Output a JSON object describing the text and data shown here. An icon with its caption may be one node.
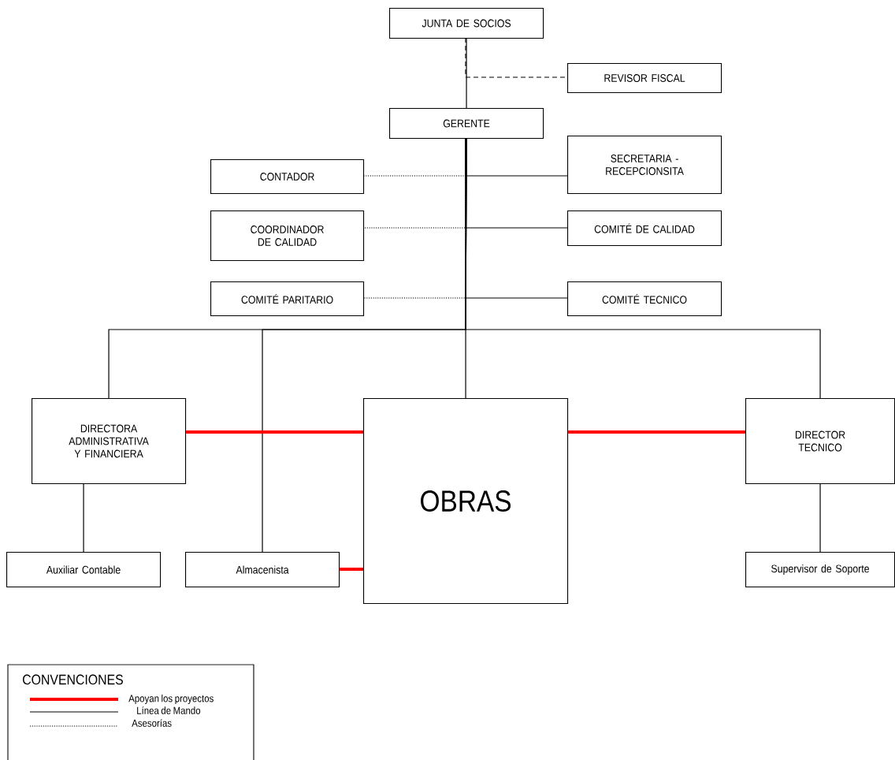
{
  "diagram": {
    "nodes": [
      {
        "text": [
          "JUNTA DE SOCIOS"
        ]
      },
      {
        "text": [
          "REVISOR FISCAL"
        ]
      },
      {
        "text": [
          "GERENTE"
        ]
      },
      {
        "text": [
          "CONTADOR"
        ]
      },
      {
        "text": [
          "SECRETARIA - RECEPCIONSITA"
        ]
      },
      {
        "text": [
          "COORDINADOR DE CALIDAD"
        ]
      },
      {
        "text": [
          "COMITÉ DE CALIDAD"
        ]
      },
      {
        "text": [
          "COMITÉ PARITARIO"
        ]
      },
      {
        "text": [
          "COMITÉ TECNICO"
        ]
      },
      {
        "text": [
          "DIRECTORA ADMINISTRATIVA Y FINANCIERA"
        ]
      },
      {
        "text": [
          "OBRAS"
        ]
      },
      {
        "text": [
          "DIRECTOR TECNICO"
        ]
      },
      {
        "text": [
          "Auxiliar Contable"
        ]
      },
      {
        "text": [
          "Almacenista"
        ]
      },
      {
        "text": [
          "Supervisor de Soporte"
        ]
      }
    ],
    "edges": [
      {
        "from": 0,
        "to": 2,
        "arrow": "none"
      },
      {
        "from": 0,
        "to": 1,
        "arrow": "none",
        "style": "dashed"
      },
      {
        "from": 2,
        "to": 3,
        "arrow": "none",
        "style": "dashed"
      },
      {
        "from": 2,
        "to": 4,
        "arrow": "none"
      },
      {
        "from": 2,
        "to": 5,
        "arrow": "none",
        "style": "dashed"
      },
      {
        "from": 2,
        "to": 6,
        "arrow": "none"
      },
      {
        "from": 2,
        "to": 7,
        "arrow": "none",
        "style": "dashed"
      },
      {
        "from": 2,
        "to": 8,
        "arrow": "none"
      },
      {
        "from": 2,
        "to": 9,
        "arrow": "none"
      },
      {
        "from": 2,
        "to": 13,
        "arrow": "none"
      },
      {
        "from": 2,
        "to": 10,
        "arrow": "none"
      },
      {
        "from": 2,
        "to": 11,
        "arrow": "none"
      },
      {
        "from": 9,
        "to": 12,
        "arrow": "none"
      },
      {
        "from": 11,
        "to": 14,
        "arrow": "none"
      },
      {
        "from": 9,
        "to": 10,
        "arrow": "none",
        "style": "thick",
        "color": "#ff0000"
      },
      {
        "from": 13,
        "to": 10,
        "arrow": "none",
        "style": "thick",
        "color": "#ff0000"
      },
      {
        "from": 10,
        "to": 11,
        "arrow": "none",
        "style": "thick",
        "color": "#ff0000"
      }
    ],
    "labels": [
      "CONVENCIONES"
    ],
    "legend": [
      {
        "text": "Apoyan los proyectos"
      },
      {
        "text": "Línea de Mando"
      },
      {
        "text": "Asesorías"
      }
    ]
  }
}
